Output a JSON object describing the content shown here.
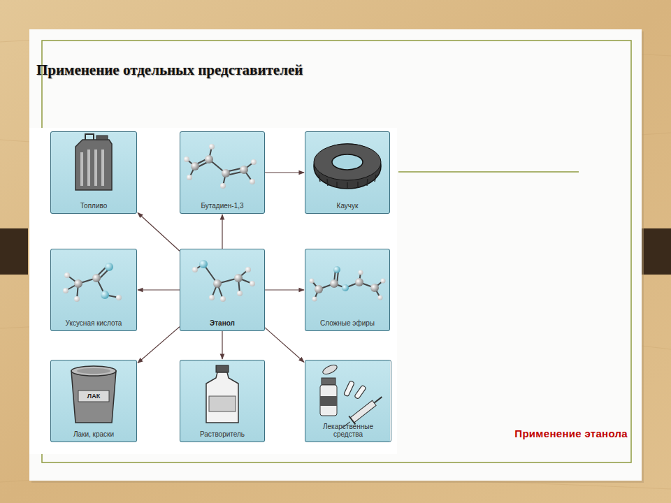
{
  "diagram": {
    "title": "Применение отдельных представителей",
    "caption": "Применение этанола",
    "nodes": [
      {
        "text": [
          "Топливо"
        ]
      },
      {
        "text": [
          "Бутадиен-1,3"
        ]
      },
      {
        "text": [
          "Каучук"
        ]
      },
      {
        "text": [
          "Уксусная кислота"
        ]
      },
      {
        "text": [
          "Этанол"
        ]
      },
      {
        "text": [
          "Сложные эфиры"
        ]
      },
      {
        "text": [
          "Лаки, краски"
        ]
      },
      {
        "text": [
          "Растворитель"
        ]
      },
      {
        "text": [
          "Лекарственные средства"
        ]
      }
    ],
    "edges": [
      {
        "from": 4,
        "to": 0,
        "arrow": "to"
      },
      {
        "from": 4,
        "to": 1,
        "arrow": "to"
      },
      {
        "from": 1,
        "to": 2,
        "arrow": "to"
      },
      {
        "from": 4,
        "to": 3,
        "arrow": "to"
      },
      {
        "from": 4,
        "to": 5,
        "arrow": "to"
      },
      {
        "from": 4,
        "to": 6,
        "arrow": "to"
      },
      {
        "from": 4,
        "to": 7,
        "arrow": "to"
      },
      {
        "from": 4,
        "to": 8,
        "arrow": "to"
      }
    ],
    "labels": [
      "ЛАК"
    ]
  }
}
